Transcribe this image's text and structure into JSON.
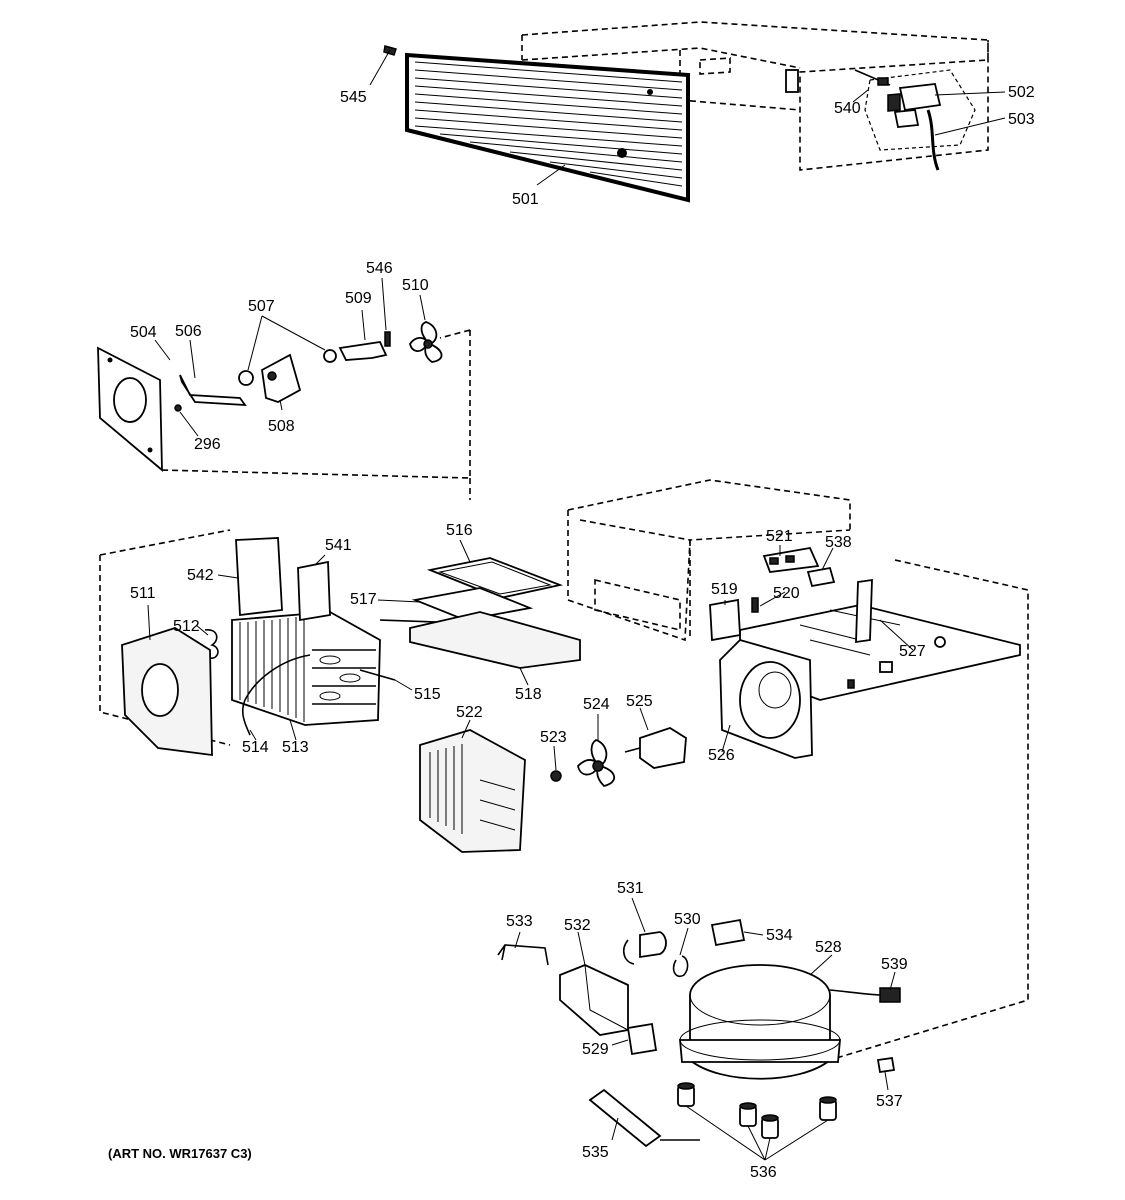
{
  "art_number": "(ART NO. WR17637 C3)",
  "callouts": {
    "c545": "545",
    "c501": "501",
    "c502": "502",
    "c503": "503",
    "c540": "540",
    "c504": "504",
    "c506": "506",
    "c507": "507",
    "c508": "508",
    "c509": "509",
    "c510": "510",
    "c546": "546",
    "c296": "296",
    "c511": "511",
    "c512": "512",
    "c513": "513",
    "c514": "514",
    "c515": "515",
    "c516": "516",
    "c517": "517",
    "c518": "518",
    "c541": "541",
    "c542": "542",
    "c519": "519",
    "c520": "520",
    "c521": "521",
    "c538": "538",
    "c527": "527",
    "c522": "522",
    "c523": "523",
    "c524": "524",
    "c525": "525",
    "c526": "526",
    "c528": "528",
    "c529": "529",
    "c530": "530",
    "c531": "531",
    "c532": "532",
    "c533": "533",
    "c534": "534",
    "c535": "535",
    "c536": "536",
    "c537": "537",
    "c539": "539"
  }
}
